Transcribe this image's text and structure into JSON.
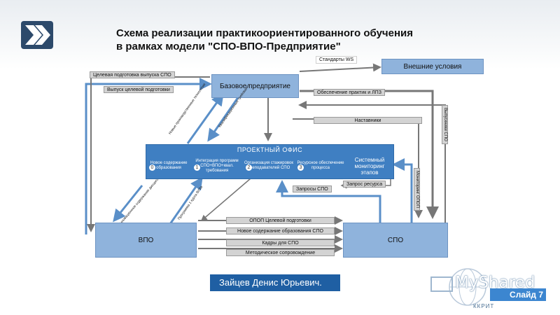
{
  "title": {
    "line1": "Схема реализации практикоориентированного обучения",
    "line2": "в рамках модели \"СПО-ВПО-Предприятие\""
  },
  "diagram": {
    "standards": "Стандарты WS",
    "external": "Внешние условия",
    "base_enterprise": "Базовое предприятие",
    "office_title": "ПРОЕКТНЫЙ ОФИС",
    "office_cells": [
      {
        "label": "Новое содержание образования",
        "num": "0"
      },
      {
        "label": "Интеграция программ СПО+ВПО+квал. требования",
        "num": "1"
      },
      {
        "label": "Организация стажировок преподавателей СПО",
        "num": "2"
      },
      {
        "label": "Ресурсное обеспечение процесса",
        "num": "3"
      },
      {
        "label": "Системный мониторинг этапов",
        "num": ""
      }
    ],
    "vpo": "ВПО",
    "spo": "СПО",
    "labels": {
      "target_training": "Целевая подготовка выпуска СПО",
      "target_release": "Выпуск целевой подготовки",
      "practice_provision": "Обеспечение практик и ЛПЗ",
      "mentors": "Наставники",
      "spo_requests": "Запросы СПО",
      "resource_request": "Запрос ресурса",
      "opop_target": "ОПОП Целевой подготовки",
      "new_content": "Новое содержание образования  СПО",
      "staff_spo": "Кадры для СПО",
      "methodical": "Методическое сопровождение",
      "new_prod_tech": "Новые производственные технологии",
      "qual_req": "Квалификационные требования",
      "innovative_disc": "Инновационное содержание дисциплин",
      "program_vuz": "Программа 1 курса ВУЗа",
      "grads_spo": "Выпускники СПО",
      "monitoring_opop": "Мониторинг ОПОП"
    }
  },
  "footer": {
    "author": "Зайцев Денис Юрьевич.",
    "slide": "Слайд 7",
    "watermark": "MyShared",
    "watermark_sub": "ККРИТ"
  },
  "colors": {
    "box": "#8fb3dc",
    "office": "#3f7fc2",
    "label_gray": "#d3d3d3",
    "arrow_blue": "#5a8fc8",
    "arrow_gray": "#777777"
  }
}
